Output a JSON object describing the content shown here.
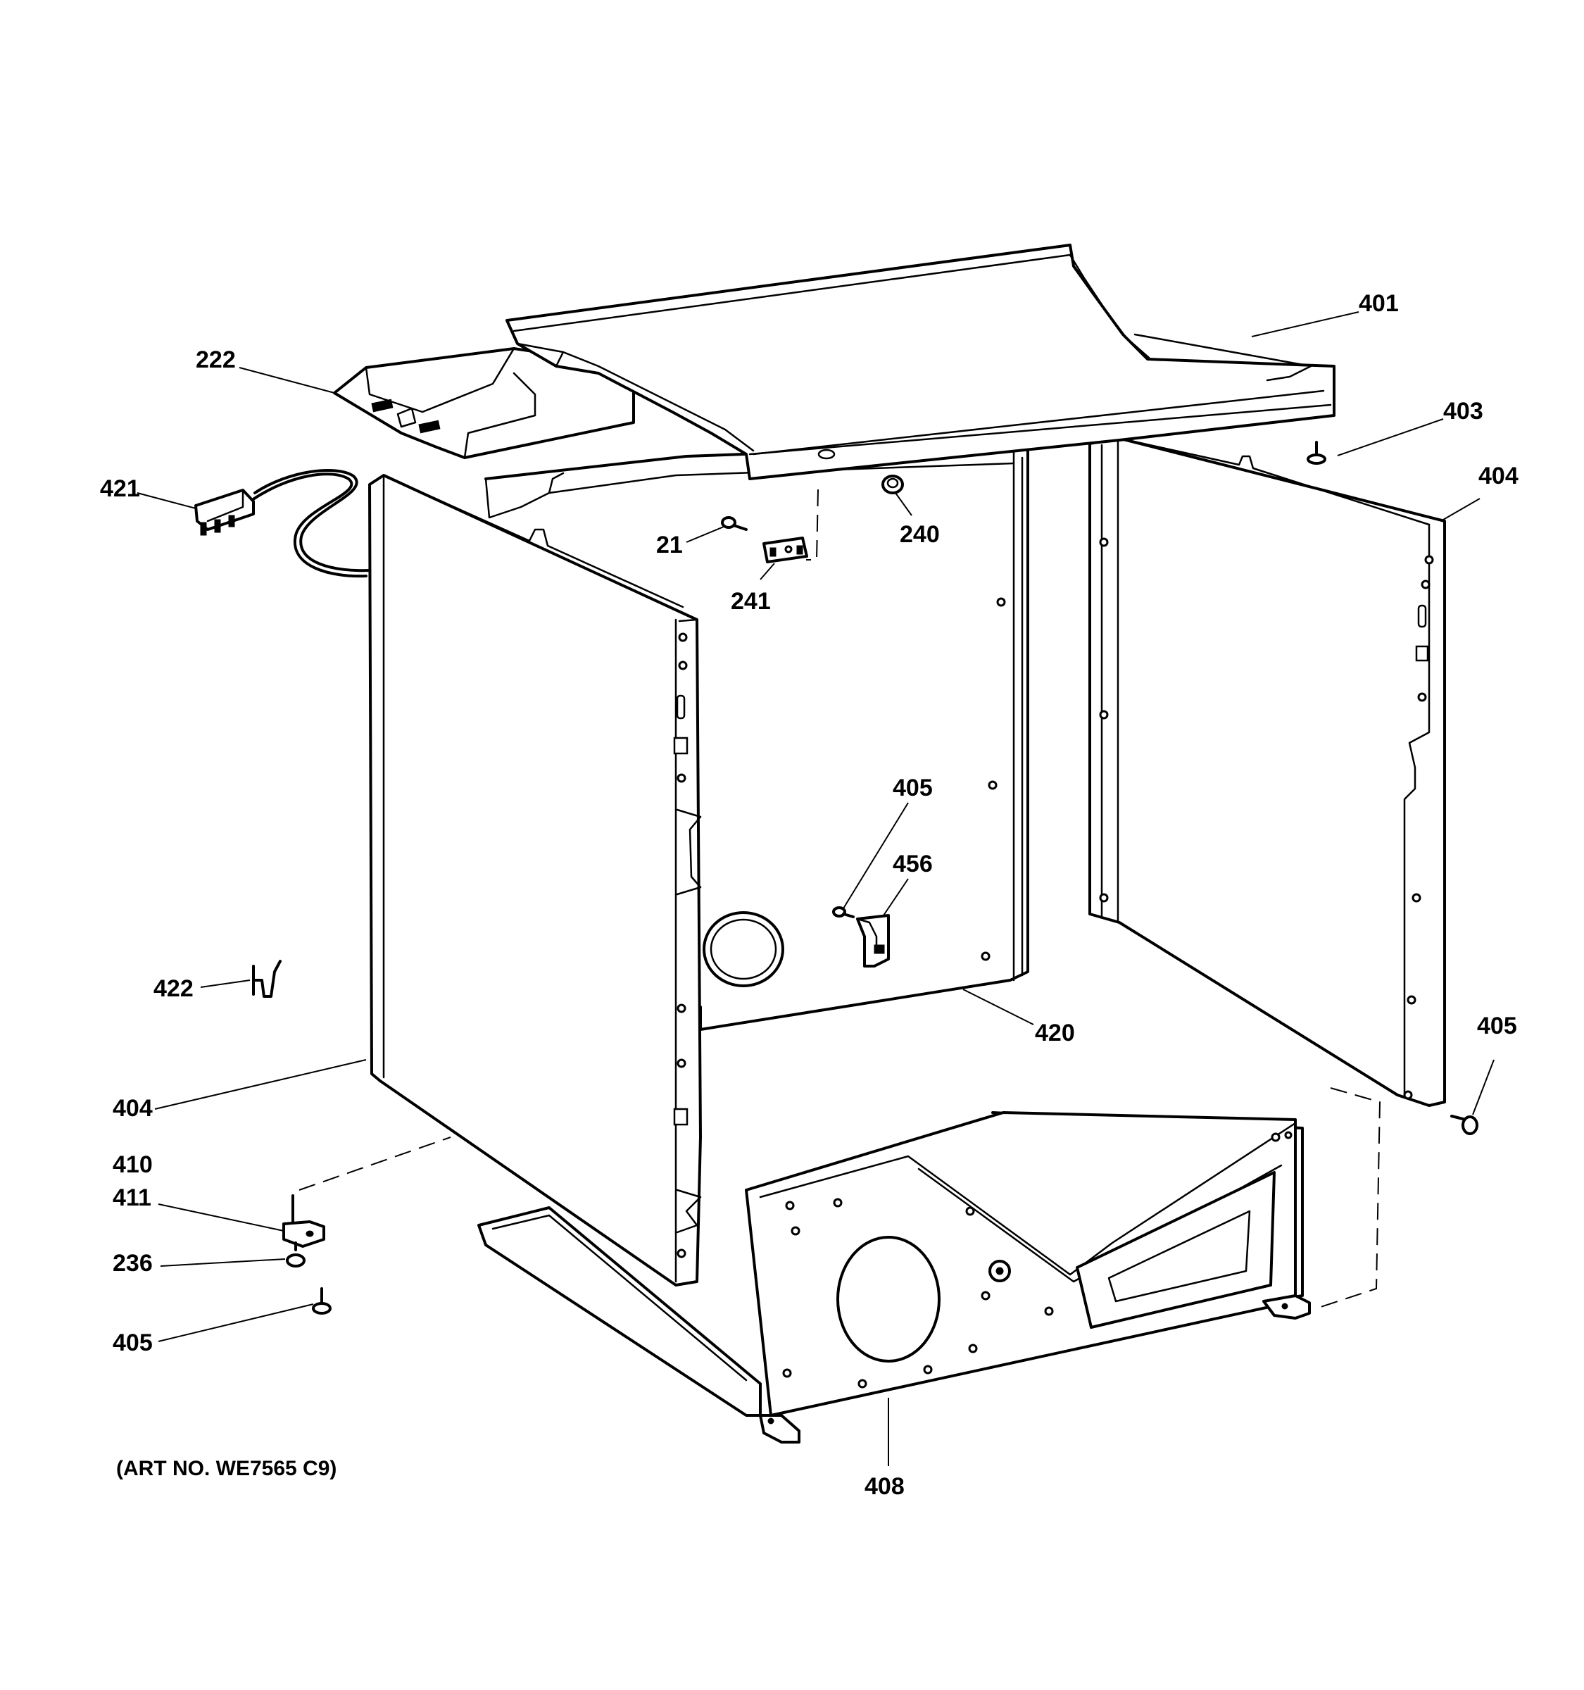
{
  "callouts": {
    "c401": "401",
    "c222": "222",
    "c403": "403",
    "c421": "421",
    "c404_right": "404",
    "c240": "240",
    "c21": "21",
    "c241": "241",
    "c405_mid": "405",
    "c456": "456",
    "c422": "422",
    "c420": "420",
    "c405_right": "405",
    "c404_left": "404",
    "c410": "410",
    "c411": "411",
    "c236": "236",
    "c405_left": "405",
    "c408": "408"
  },
  "art_number": "(ART NO. WE7565 C9)"
}
